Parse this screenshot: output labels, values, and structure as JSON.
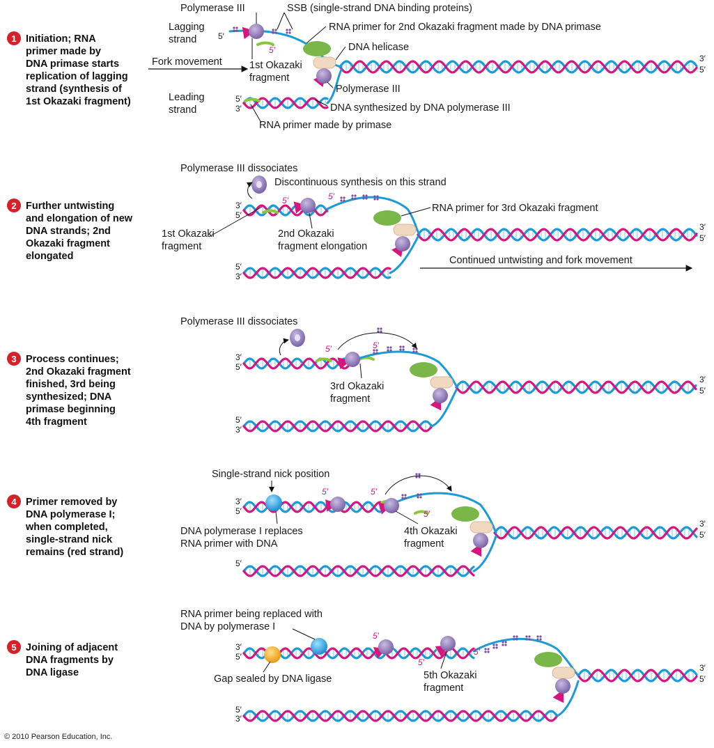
{
  "colors": {
    "blue_strand": "#1a9ad6",
    "magenta_strand": "#d6157f",
    "primer_green": "#8cc63f",
    "polymerase": "#9b86c2",
    "helicase": "#f0d9c0",
    "primase": "#7ab648",
    "ssb": "#7b4fa0",
    "pol1": "#3bb0e8",
    "ligase": "#f5b82e",
    "step_badge": "#d2232a"
  },
  "steps": [
    {
      "number": "1",
      "lines": [
        "Initiation; RNA",
        "primer made by",
        "DNA primase starts",
        "replication of lagging",
        "strand (synthesis of",
        "1st Okazaki fragment)"
      ],
      "labels": {
        "polymerase_top": "Polymerase III",
        "ssb": "SSB (single-strand DNA binding proteins)",
        "lagging_1": "Lagging",
        "lagging_2": "strand",
        "rna_primer_2nd": "RNA primer for 2nd Okazaki fragment made by DNA primase",
        "dna_helicase": "DNA helicase",
        "fork_movement": "Fork movement",
        "first_okazaki_1": "1st Okazaki",
        "first_okazaki_2": "fragment",
        "polymerase_bottom": "Polymerase III",
        "leading_1": "Leading",
        "leading_2": "strand",
        "dna_synth": "DNA synthesized by DNA polymerase III",
        "rna_primer_primase": "RNA primer made by primase"
      }
    },
    {
      "number": "2",
      "lines": [
        "Further untwisting",
        "and elongation of new",
        "DNA strands; 2nd",
        "Okazaki fragment",
        "elongated"
      ],
      "labels": {
        "pol_dissociates": "Polymerase III dissociates",
        "discontinuous": "Discontinuous synthesis on this strand",
        "rna_primer_3rd": "RNA primer for 3rd Okazaki fragment",
        "first_okazaki_1": "1st Okazaki",
        "first_okazaki_2": "fragment",
        "second_okazaki_1": "2nd Okazaki",
        "second_okazaki_2": "fragment elongation",
        "continued": "Continued untwisting and fork movement"
      }
    },
    {
      "number": "3",
      "lines": [
        "Process continues;",
        "2nd Okazaki fragment",
        "finished, 3rd being",
        "synthesized; DNA",
        "primase beginning",
        "4th fragment"
      ],
      "labels": {
        "pol_dissociates": "Polymerase III dissociates",
        "third_okazaki_1": "3rd Okazaki",
        "third_okazaki_2": "fragment"
      }
    },
    {
      "number": "4",
      "lines": [
        "Primer removed by",
        "DNA polymerase I;",
        "when completed,",
        "single-strand nick",
        "remains (red strand)"
      ],
      "labels": {
        "nick": "Single-strand nick position",
        "pol1_replaces_1": "DNA polymerase I replaces",
        "pol1_replaces_2": "RNA primer with DNA",
        "fourth_okazaki_1": "4th Okazaki",
        "fourth_okazaki_2": "fragment"
      }
    },
    {
      "number": "5",
      "lines": [
        "Joining of adjacent",
        "DNA fragments by",
        "DNA ligase"
      ],
      "labels": {
        "rna_replaced_1": "RNA primer being replaced with",
        "rna_replaced_2": "DNA by polymerase I",
        "gap_sealed": "Gap sealed by DNA ligase",
        "fifth_okazaki_1": "5th Okazaki",
        "fifth_okazaki_2": "fragment"
      }
    }
  ],
  "ends": {
    "three_prime": "3′",
    "five_prime": "5′"
  },
  "copyright": "© 2010 Pearson Education, Inc."
}
